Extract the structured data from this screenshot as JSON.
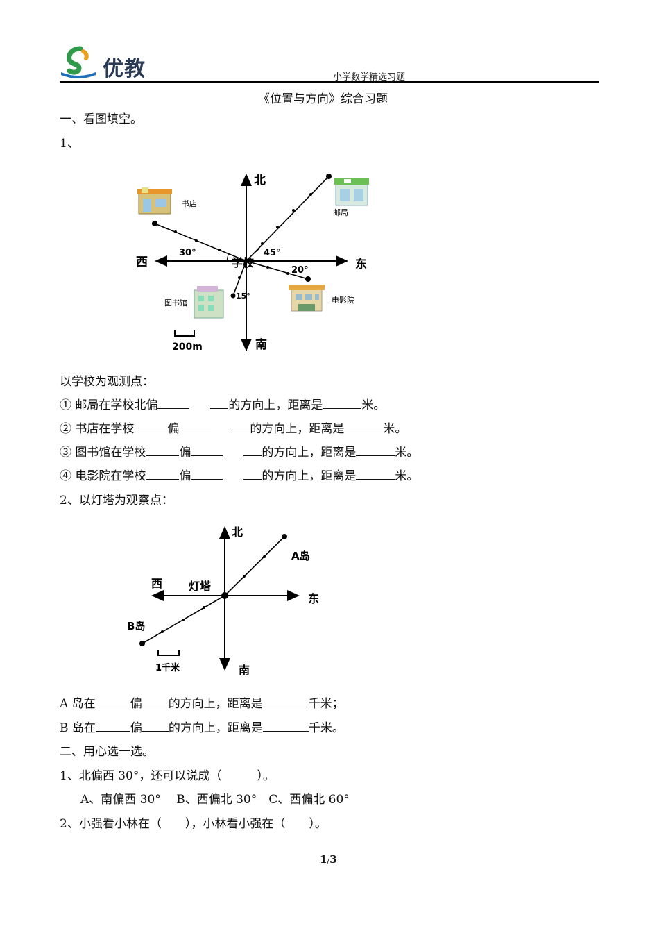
{
  "header": {
    "logo_text": "优教",
    "subtitle": "小学数学精选习题"
  },
  "title": "《位置与方向》综合习题",
  "section1": {
    "heading": "一、看图填空。",
    "q1_label": "1、",
    "diagram1": {
      "north": "北",
      "south": "南",
      "east": "东",
      "west": "西",
      "center": "学校",
      "bookstore": "书店",
      "post_office": "邮局",
      "library": "图书馆",
      "cinema": "电影院",
      "angle_bookstore": "30°",
      "angle_post": "45°",
      "angle_cinema": "20°",
      "angle_library": "15°",
      "scale": "200m"
    },
    "observe_label": "以学校为观测点：",
    "lines": [
      {
        "prefix": "① 邮局在学校北偏",
        "mid1": "",
        "mid2": "的方向上，距离是",
        "suffix": "米。"
      },
      {
        "prefix": "② 书店在学校",
        "p": "偏",
        "mid2": "的方向上，距离是",
        "suffix": "米。"
      },
      {
        "prefix": "③ 图书馆在学校",
        "p": "偏",
        "mid2": "的方向上，距离是",
        "suffix": "米。"
      },
      {
        "prefix": "④ 电影院在学校",
        "p": "偏",
        "mid2": "的方向上，距离是",
        "suffix": "米。"
      }
    ],
    "q2_label": "2、以灯塔为观察点：",
    "diagram2": {
      "north": "北",
      "south": "南",
      "east": "东",
      "west": "西",
      "center": "灯塔",
      "island_a": "A岛",
      "island_b": "B岛",
      "scale": "1千米"
    },
    "island_lines": [
      {
        "prefix": "A 岛在",
        "p": "偏",
        "mid": "的方向上，距离是",
        "suffix": "千米；"
      },
      {
        "prefix": "B 岛在",
        "p": "偏",
        "mid": "的方向上，距离是",
        "suffix": "千米。"
      }
    ]
  },
  "section2": {
    "heading": "二、用心选一选。",
    "q1": "1、北偏西 30°，还可以说成（　　　）。",
    "q1_options": "A、南偏西 30°　 B、西偏北 30°　C、西偏北 60°",
    "q2": "2、小强看小林在（　　），小林看小强在（　　）。"
  },
  "footer": {
    "page": "1",
    "sep": "/",
    "total": "3"
  }
}
